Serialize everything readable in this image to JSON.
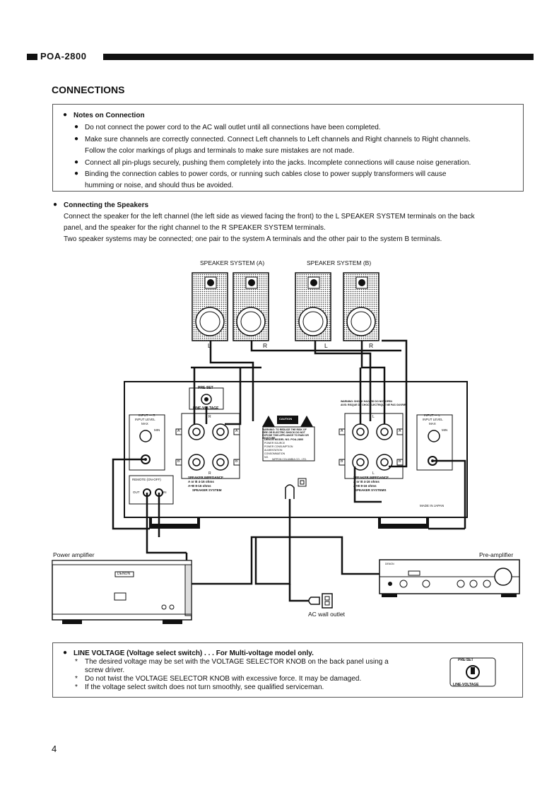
{
  "header": {
    "model": "POA-2800"
  },
  "section_title": "CONNECTIONS",
  "notes": {
    "title": "Notes on Connection",
    "items": [
      "Do not connect the power cord to the AC wall outlet until all connections have been completed.",
      "Make sure channels are correctly connected. Connect Left channels to Left channels and Right channels to Right channels.",
      "Follow the color markings of plugs and terminals to make sure mistakes are not made.",
      "Connect all pin-plugs securely, pushing them completely into the jacks. Incomplete connections will cause noise generation.",
      "Binding the connection cables to power cords, or running such cables close to power supply transformers will cause",
      "humming or noise, and should thus be avoided."
    ]
  },
  "speakers": {
    "title": "Connecting the Speakers",
    "lines": [
      "Connect the speaker for the left channel (the left side as viewed facing the front) to the L SPEAKER SYSTEM terminals on the back",
      "panel, and the speaker for the right channel to the R SPEAKER SYSTEM terminals.",
      "Two speaker systems may be connected; one pair to the system A terminals and the other pair to the system B terminals."
    ]
  },
  "diagram": {
    "speaker_system_a": "SPEAKER SYSTEM (A)",
    "speaker_system_b": "SPEAKER SYSTEM (B)",
    "l": "L",
    "r": "R",
    "pre_set": "PRE-SET",
    "line_voltage": "LINE-VOLTAGE",
    "input_r": "INPUT — R",
    "input_l": "INPUT — L",
    "input_level": "INPUT LEVEL",
    "max": "MAX",
    "min": "MIN",
    "remote": "REMOTE (ON-OFF)",
    "out": "OUT",
    "in": "IN",
    "speaker_impedance": "SPEAKER IMPEDANCE",
    "imp_a_or_b": "A or B 4-16 ohms",
    "imp_a_and_b": "A+B 8-16 ohms",
    "speaker_system": "SPEAKER SYSTEM",
    "speaker_systems": "SPEAKER SYSTEMS",
    "term_a": "A",
    "term_b": "B",
    "caution": "CAUTION",
    "warning_shock": "WARNING: SHOCK HAZARD DO NOT OPEN",
    "avis": "AVIS: RISQUE DE CHOC ELECTRIQUE NE PAS OUVRIR",
    "warning_rain": "WARNING: TO REDUCE THE RISK OF FIRE OR ELECTRIC SHOCK DO NOT EXPOSE THIS APPLIANCE TO RAIN OR MOISTURE",
    "label_model": "DENON MODEL NO. POA-2800",
    "label_power_source": "POWER SOURCE",
    "label_power_consumption": "POWER CONSUMPTION",
    "label_alimentation": "ALIMENTATION",
    "label_consommation": "CONSOMMATION",
    "label_no": "NO.",
    "label_maker": "NIPPON COLUMBIA CO., LTD.",
    "made_in": "MADE IN JAPAN",
    "power_amplifier": "Power amplifier",
    "pre_amplifier": "Pre-amplifier",
    "ac_outlet": "AC wall outlet",
    "denon": "DENON"
  },
  "voltage_note": {
    "title": "LINE VOLTAGE (Voltage select switch) . . . For Multi-voltage model only.",
    "lines": [
      "The desired voltage may be set with the VOLTAGE SELECTOR KNOB on the back panel using a",
      "screw driver.",
      "Do not twist the VOLTAGE SELECTOR KNOB with excessive force. It may be damaged.",
      "If the voltage select switch does not turn smoothly, see qualified serviceman."
    ],
    "asterisk": "*"
  },
  "page_number": "4"
}
